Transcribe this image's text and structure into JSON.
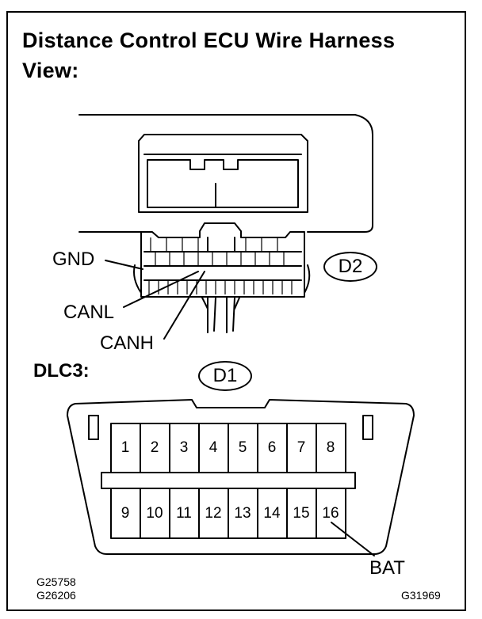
{
  "title": {
    "line1": "Distance Control ECU Wire Harness",
    "line2": "View:"
  },
  "ecu_connector": {
    "code": "D2",
    "labels": {
      "gnd": "GND",
      "canl": "CANL",
      "canh": "CANH"
    }
  },
  "dlc3": {
    "label": "DLC3:",
    "code": "D1",
    "pins_top": [
      "1",
      "2",
      "3",
      "4",
      "5",
      "6",
      "7",
      "8"
    ],
    "pins_bottom": [
      "9",
      "10",
      "11",
      "12",
      "13",
      "14",
      "15",
      "16"
    ],
    "bat_label": "BAT"
  },
  "figure_codes": {
    "left_1": "G25758",
    "left_2": "G26206",
    "right": "G31969"
  }
}
